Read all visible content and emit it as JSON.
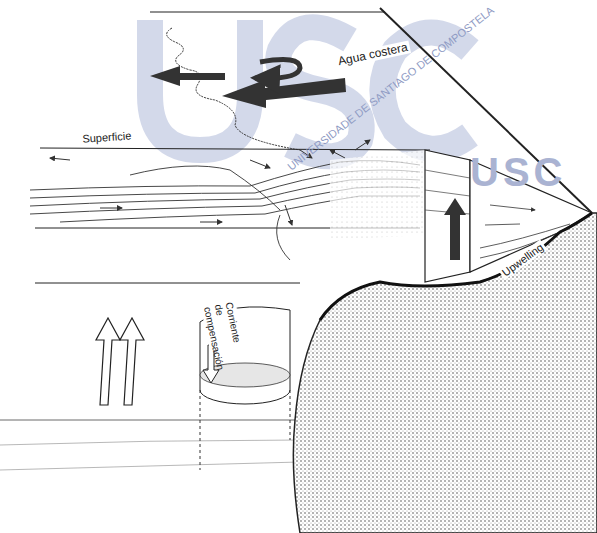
{
  "diagram": {
    "labels": [
      "USC",
      "UNIVERSIDADE DE SANTIAGO DE COMPOSTELA",
      "Agua costera",
      "Superficie",
      "Corriente de compensación",
      "Upwelling"
    ]
  }
}
